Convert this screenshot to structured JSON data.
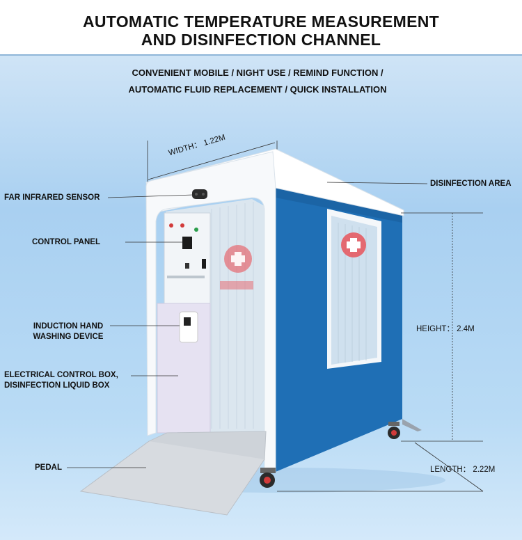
{
  "title": {
    "line1": "AUTOMATIC TEMPERATURE MEASUREMENT",
    "line2": "AND DISINFECTION CHANNEL"
  },
  "features": {
    "line1": "CONVENIENT MOBILE / NIGHT USE / REMIND FUNCTION /",
    "line2": "AUTOMATIC FLUID REPLACEMENT / QUICK INSTALLATION"
  },
  "labels": {
    "far_infrared_sensor": "FAR INFRARED SENSOR",
    "control_panel": "CONTROL PANEL",
    "hand_washing_1": "INDUCTION HAND",
    "hand_washing_2": "WASHING DEVICE",
    "control_box_1": "ELECTRICAL CONTROL BOX,",
    "control_box_2": "DISINFECTION LIQUID BOX",
    "pedal": "PEDAL",
    "disinfection_area": "DISINFECTION AREA"
  },
  "dimensions": {
    "width": "WIDTH： 1.22M",
    "height": "HEIGHT： 2.4M",
    "length": "LENGTH： 2.22M"
  },
  "colors": {
    "panel_blue": "#1f6fb5",
    "frame_white": "#f7f9fb",
    "cross_red": "#e8545a"
  }
}
